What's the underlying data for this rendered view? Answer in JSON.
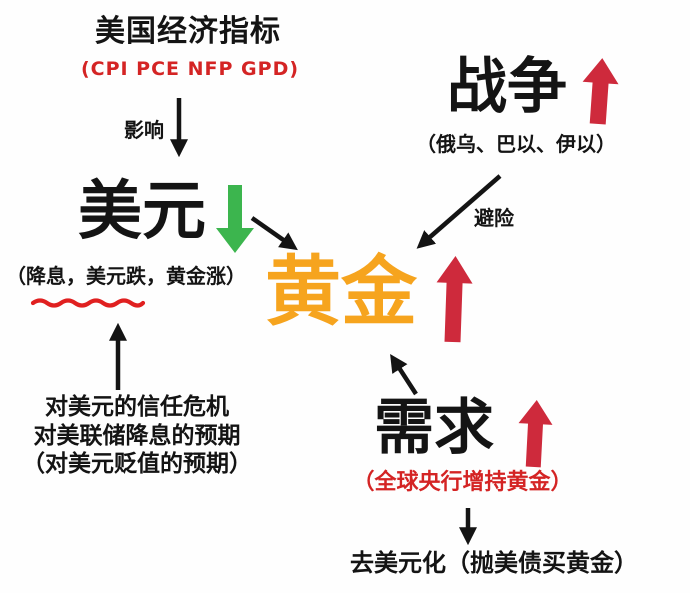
{
  "palette": {
    "background": "#fefefe",
    "ink": "#141414",
    "red_arrow": "#ce2a3c",
    "red_text": "#d42424",
    "wavy_red": "#e02020",
    "green_arrow": "#3cb54e",
    "gold": "#f6a41e"
  },
  "nodes": {
    "us_indicators": {
      "title": "美国经济指标",
      "subtitle": "(CPI PCE NFP GPD)"
    },
    "usd": {
      "label": "美元",
      "trend": "down",
      "caption": "（降息，美元跌，黄金涨）"
    },
    "trust": {
      "lines": [
        "对美元的信任危机",
        "对美联储降息的预期",
        "（对美元贬值的预期）"
      ]
    },
    "war": {
      "label": "战争",
      "trend": "up",
      "caption": "（俄乌、巴以、伊以）"
    },
    "gold": {
      "label": "黄金",
      "trend": "up"
    },
    "demand": {
      "label": "需求",
      "trend": "up",
      "caption": "（全球央行增持黄金）"
    },
    "dedollarization": {
      "label": "去美元化（抛美债买黄金）"
    }
  },
  "edges": {
    "influence_label": "影响",
    "safe_haven_label": "避险"
  }
}
